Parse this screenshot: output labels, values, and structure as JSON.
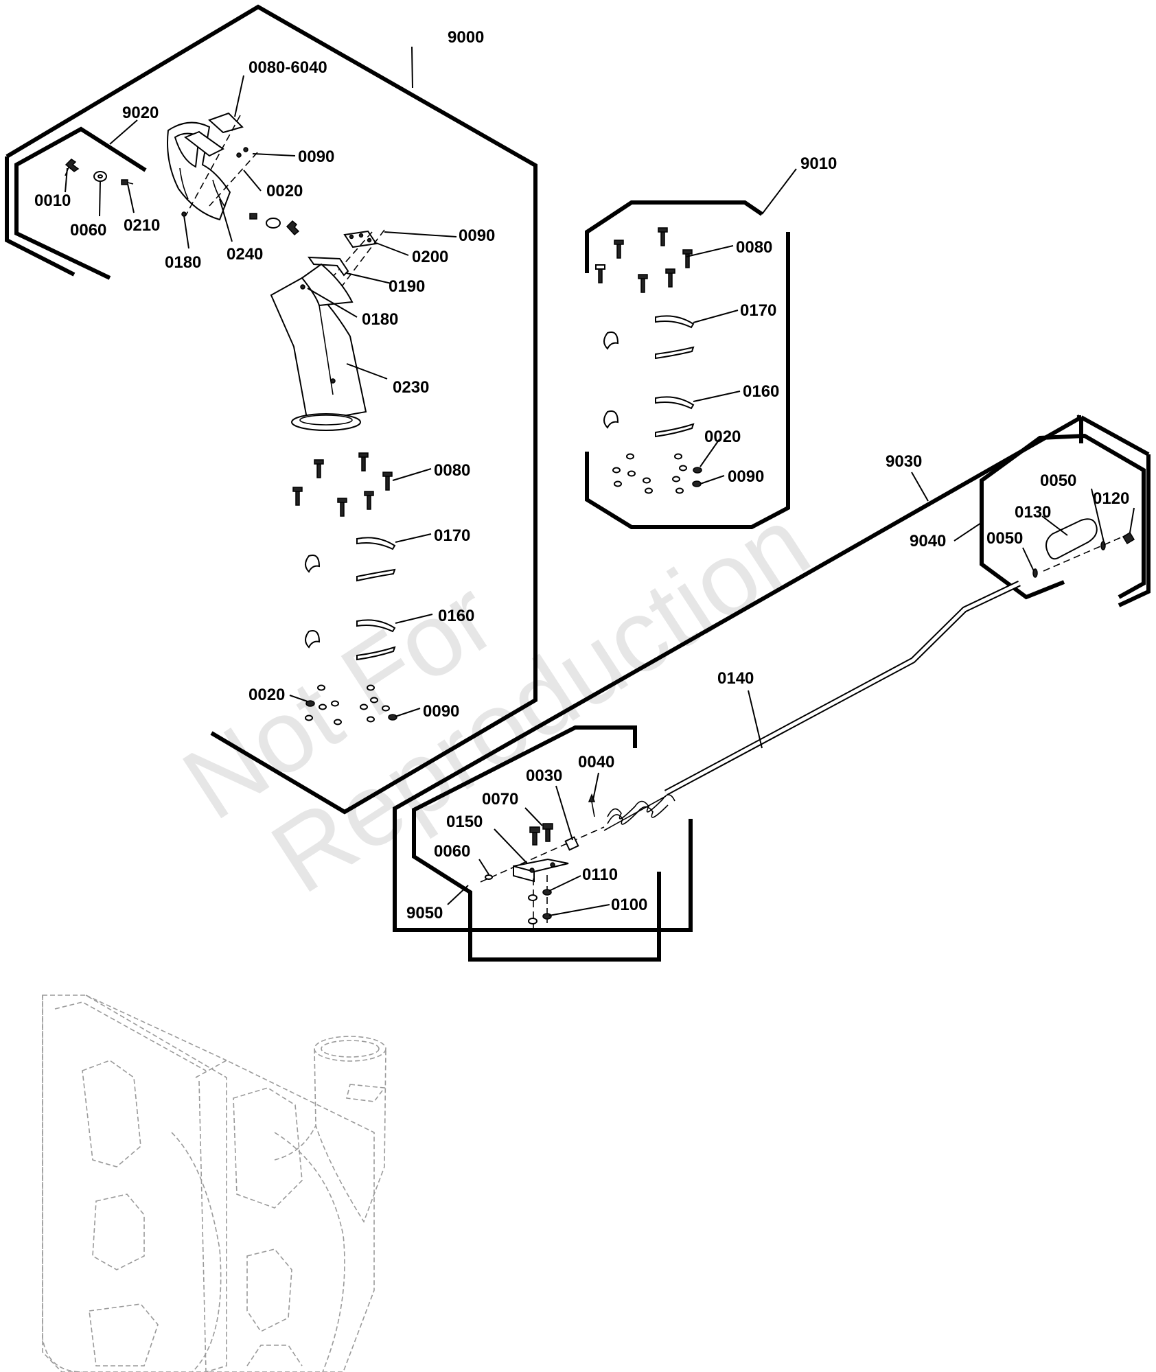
{
  "watermark": {
    "line1": "Not For",
    "line2": "Reproduction"
  },
  "callouts": {
    "c9000": "9000",
    "c9020": "9020",
    "c0080_6040": "0080-6040",
    "c0090_top": "0090",
    "c0020_top": "0020",
    "c0010": "0010",
    "c0060_top": "0060",
    "c0210": "0210",
    "c0180_a": "0180",
    "c0240": "0240",
    "c0090_b": "0090",
    "c0200": "0200",
    "c0190": "0190",
    "c0180_b": "0180",
    "c0230": "0230",
    "c0080_a": "0080",
    "c0170_a": "0170",
    "c0160_a": "0160",
    "c0020_a": "0020",
    "c0090_c": "0090",
    "c9010": "9010",
    "c0080_b": "0080",
    "c0170_b": "0170",
    "c0160_b": "0160",
    "c0020_b": "0020",
    "c0090_d": "0090",
    "c9030": "9030",
    "c9040": "9040",
    "c0050_a": "0050",
    "c0130": "0130",
    "c0120": "0120",
    "c0050_b": "0050",
    "c0140": "0140",
    "c0040": "0040",
    "c0030": "0030",
    "c0070": "0070",
    "c0150": "0150",
    "c0060_b": "0060",
    "c0110": "0110",
    "c0100": "0100",
    "c9050": "9050"
  }
}
